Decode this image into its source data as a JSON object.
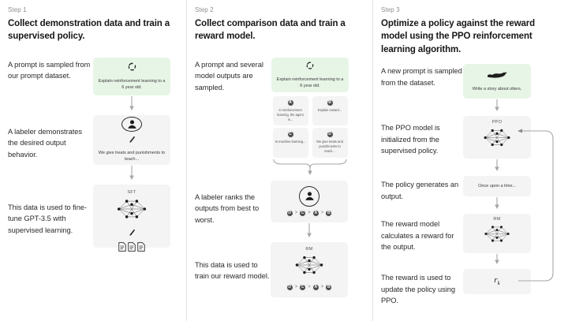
{
  "steps": [
    {
      "label": "Step 1",
      "title": "Collect demonstration data and train a supervised policy.",
      "rows": [
        {
          "caption": "A prompt is sampled from our prompt dataset.",
          "box": {
            "kind": "green-prompt",
            "icon": "refresh-cycle-icon",
            "text": "Explain reinforcement learning to a 6 year old."
          }
        },
        {
          "caption": "A labeler demonstrates the desired output behavior.",
          "box": {
            "kind": "labeler",
            "icon": "person-circle-icon",
            "pencil": "pencil-icon",
            "text": "We give treats and punishments to teach..."
          }
        },
        {
          "caption": "This data is used to fine-tune GPT-3.5 with supervised learning.",
          "box": {
            "kind": "model",
            "title": "SFT",
            "icon": "neural-net-icon",
            "pencil": "pencil-icon",
            "docs": "document-stack-icon"
          }
        }
      ]
    },
    {
      "label": "Step 2",
      "title": "Collect comparison data and train a reward model.",
      "rows": [
        {
          "caption": "A prompt and several model outputs are sampled.",
          "box": {
            "kind": "green-prompt",
            "icon": "refresh-cycle-icon",
            "text": "Explain reinforcement learning to a 6 year old."
          },
          "outputs": [
            {
              "badge": "A",
              "text": "In reinforcement learning, the agent is..."
            },
            {
              "badge": "B",
              "text": "Explain reward..."
            },
            {
              "badge": "C",
              "text": "In machine learning..."
            },
            {
              "badge": "D",
              "text": "We give treats and punishments to teach..."
            }
          ]
        },
        {
          "caption": "A labeler ranks the outputs from best to worst.",
          "box": {
            "kind": "ranker",
            "icon": "person-circle-icon",
            "ranking": [
              "D",
              "C",
              "A",
              "B"
            ]
          }
        },
        {
          "caption": "This data is used to train our reward model.",
          "box": {
            "kind": "reward-model",
            "title": "RM",
            "icon": "neural-net-icon",
            "ranking": [
              "D",
              "C",
              "A",
              "B"
            ]
          }
        }
      ]
    },
    {
      "label": "Step 3",
      "title": "Optimize a policy against the reward model using the PPO reinforcement learning algorithm.",
      "rows": [
        {
          "caption": "A new prompt is sampled from the dataset.",
          "box": {
            "kind": "green-prompt",
            "icon": "otter-icon",
            "text": "Write a story about otters."
          }
        },
        {
          "caption": "The PPO model is initialized from the supervised policy.",
          "box": {
            "kind": "model",
            "title": "PPO",
            "icon": "neural-net-icon"
          }
        },
        {
          "caption": "The policy generates an output.",
          "box": {
            "kind": "text-output",
            "text": "Once upon a time..."
          }
        },
        {
          "caption": "The reward model calculates a reward for the output.",
          "box": {
            "kind": "model",
            "title": "RM",
            "icon": "neural-net-icon"
          }
        },
        {
          "caption": "The reward is used to update the policy using PPO.",
          "box": {
            "kind": "reward-value",
            "text": "r",
            "subscript": "k"
          }
        }
      ]
    }
  ],
  "colors": {
    "prompt_green": "#e7f5e7",
    "box_gray": "#f4f4f4",
    "text_dark": "#171717",
    "text_body": "#2b2b2b",
    "step_label": "#8e8e8e",
    "arrow": "#9a9a9a",
    "badge": "#3b3b3b"
  }
}
